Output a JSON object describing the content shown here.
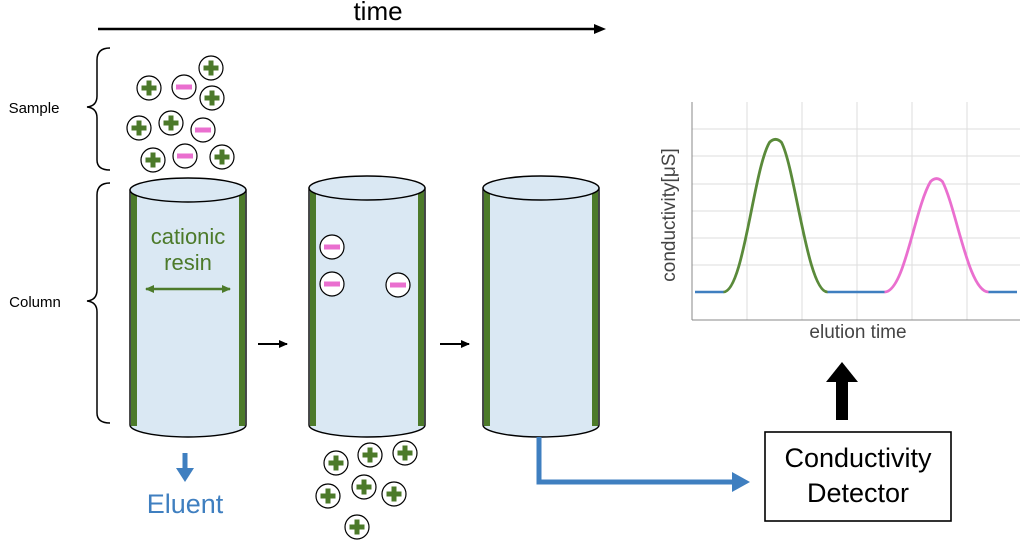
{
  "labels": {
    "time": "time",
    "sample": "Sample",
    "column": "Column",
    "resin_line1": "cationic",
    "resin_line2": "resin",
    "eluent": "Eluent",
    "detector_line1": "Conductivity",
    "detector_line2": "Detector"
  },
  "chart_data": {
    "type": "line",
    "xlabel": "elution time",
    "ylabel": "conductivity[μS]",
    "peaks": [
      {
        "color": "#5a8a3a",
        "position": 0.25,
        "height": 0.7
      },
      {
        "color": "#ea6fcf",
        "position": 0.75,
        "height": 0.52
      }
    ]
  },
  "colors": {
    "cation": "#4c7a2a",
    "anion": "#ea6fcf",
    "column_fill": "#dae8f3",
    "resin": "#4c7a2a",
    "flow": "#3f7fc0",
    "baseline": "#3f7fc0"
  }
}
